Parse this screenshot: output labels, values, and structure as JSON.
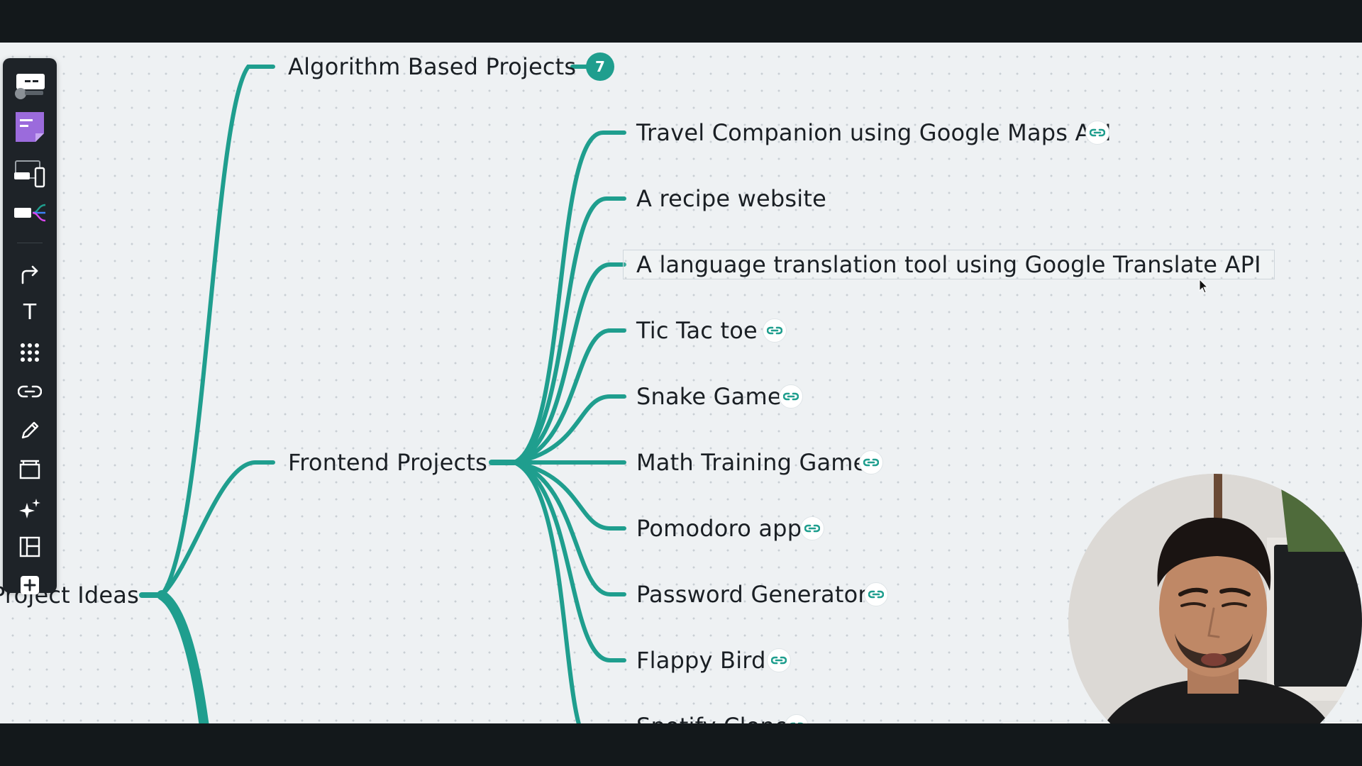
{
  "mindmap": {
    "root_label": "Project Ideas",
    "algorithm_node": {
      "label": "Algorithm Based Projects",
      "count": "7"
    },
    "frontend_node": {
      "label": "Frontend Projects"
    },
    "frontend_children": [
      {
        "label": "Travel Companion using Google Maps API",
        "has_link": true
      },
      {
        "label": "A recipe website",
        "has_link": false
      },
      {
        "label": "A language translation tool using Google Translate API",
        "has_link": false,
        "selected": true
      },
      {
        "label": "Tic Tac toe",
        "has_link": true
      },
      {
        "label": "Snake Game",
        "has_link": true
      },
      {
        "label": "Math Training Game",
        "has_link": true
      },
      {
        "label": "Pomodoro app",
        "has_link": true
      },
      {
        "label": "Password Generator",
        "has_link": true
      },
      {
        "label": "Flappy Bird",
        "has_link": true
      },
      {
        "label": "Spotify Clone",
        "has_link": true
      }
    ]
  },
  "toolbar": {
    "items": [
      {
        "icon": "templates-icon"
      },
      {
        "icon": "sticky-note-icon"
      },
      {
        "icon": "wireframe-icon"
      },
      {
        "icon": "mindmap-icon"
      },
      {
        "icon": "connector-arrow-icon"
      },
      {
        "icon": "text-icon",
        "glyph": "T"
      },
      {
        "icon": "apps-grid-icon"
      },
      {
        "icon": "link-icon"
      },
      {
        "icon": "pen-icon"
      },
      {
        "icon": "frame-icon"
      },
      {
        "icon": "ai-sparkle-icon"
      },
      {
        "icon": "layout-icon"
      },
      {
        "icon": "add-icon"
      }
    ]
  },
  "bottom_controls": {
    "help_label": "?"
  },
  "colors": {
    "branch": "#1f9e8e",
    "toolbar": "#1e2328",
    "sticky": "#9b6bdc",
    "canvas": "#eef1f3"
  }
}
